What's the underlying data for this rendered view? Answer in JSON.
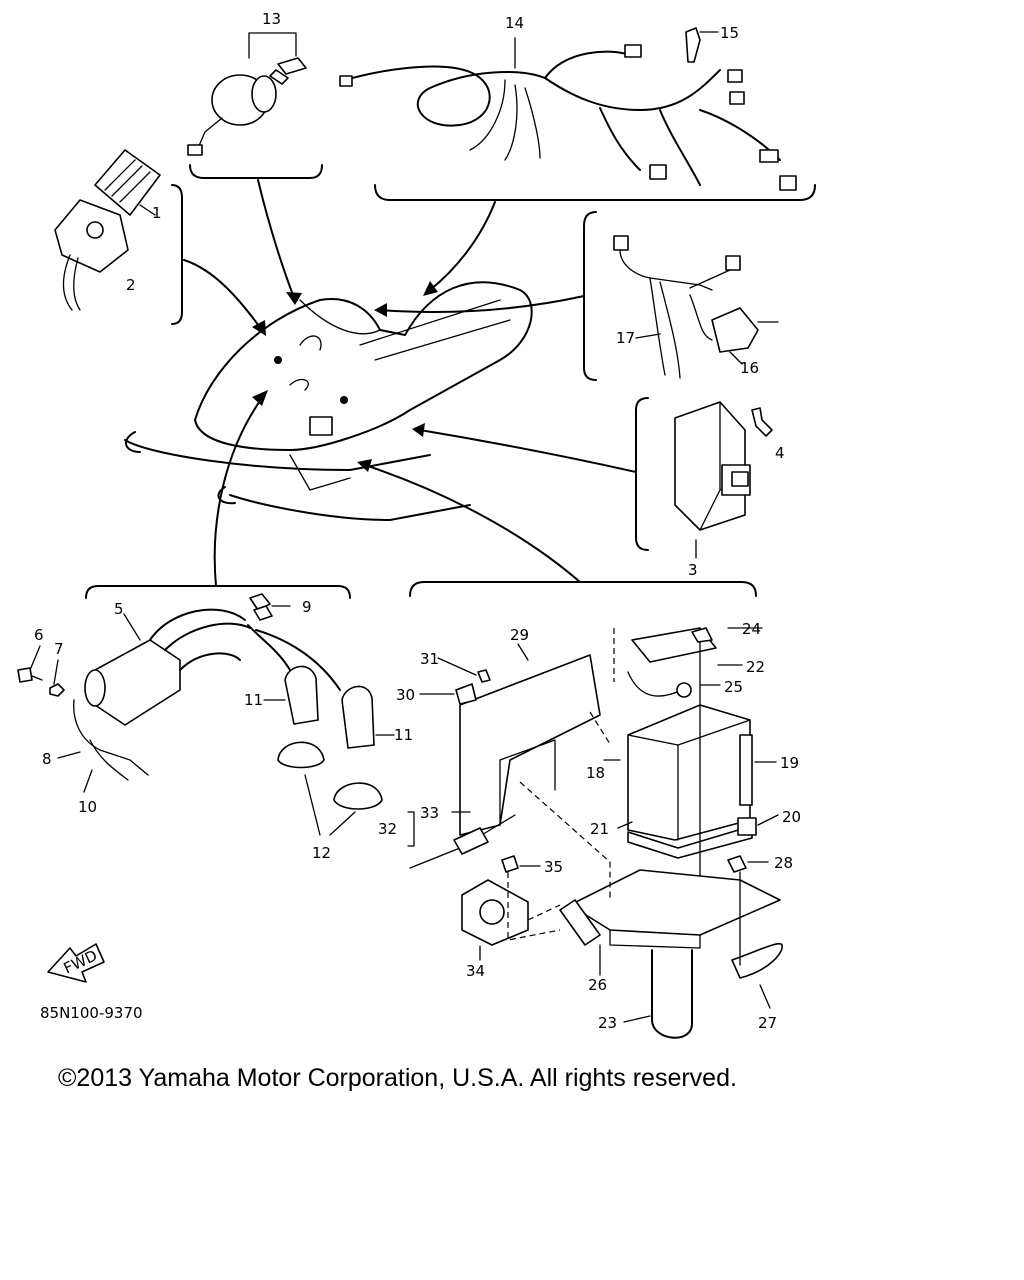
{
  "diagram": {
    "drawing_code": "85N100-9370",
    "fwd_label": "FWD",
    "callouts": [
      "1",
      "2",
      "3",
      "4",
      "5",
      "6",
      "7",
      "8",
      "9",
      "10",
      "11",
      "11",
      "12",
      "13",
      "14",
      "15",
      "16",
      "17",
      "18",
      "19",
      "20",
      "21",
      "22",
      "23",
      "24",
      "25",
      "26",
      "27",
      "28",
      "29",
      "30",
      "31",
      "32",
      "33",
      "34",
      "35"
    ]
  },
  "footer": {
    "copyright": "©2013 Yamaha Motor Corporation, U.S.A. All rights reserved."
  }
}
